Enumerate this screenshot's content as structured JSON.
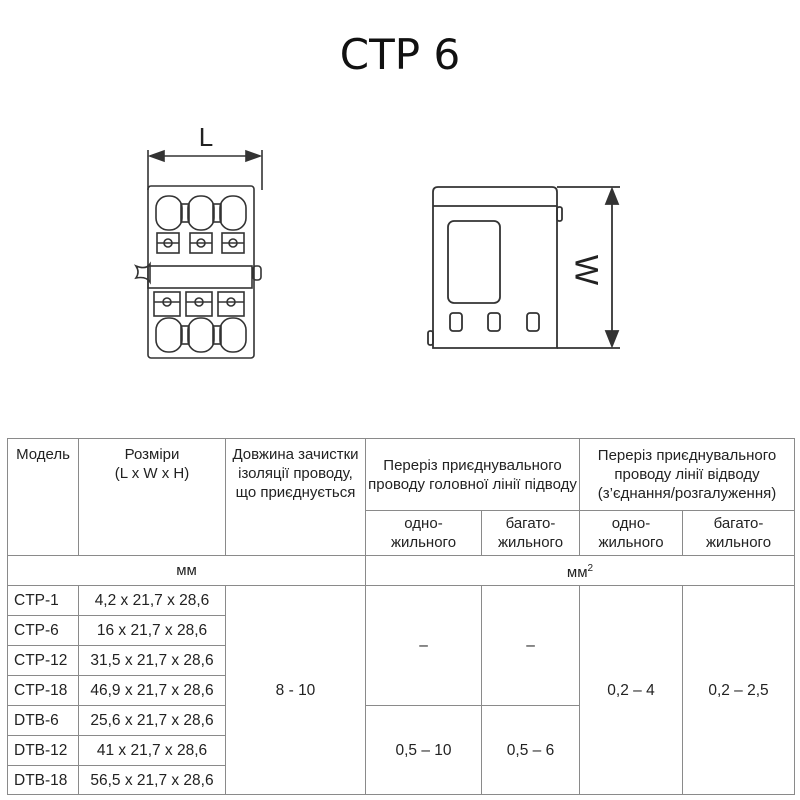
{
  "document": {
    "title": "CTP 6"
  },
  "drawings": {
    "top_view": {
      "dimension_label": "L"
    },
    "side_view": {
      "dimension_label": "W"
    }
  },
  "table": {
    "headers": {
      "model": "Модель",
      "size_line1": "Розміри",
      "size_line2": "(L x W x H)",
      "strip_length": "Довжина зачистки ізоляції проводу, що приєднується",
      "main_line": "Переріз приєднувального проводу головної лінії підводу",
      "branch_line": "Переріз приєднувального проводу лінії відводу (з’єднання/розгалуження)",
      "solid_line1": "одно-",
      "solid_line2": "жильного",
      "stranded_line1": "багато-",
      "stranded_line2": "жильного"
    },
    "units": {
      "mm": "мм",
      "mm2_base": "мм",
      "mm2_sup": "2"
    },
    "rows": [
      {
        "model": "CTP-1",
        "size": "4,2 x 21,7 x 28,6"
      },
      {
        "model": "CTP-6",
        "size": "16 x 21,7 x 28,6"
      },
      {
        "model": "CTP-12",
        "size": "31,5 x 21,7 x 28,6"
      },
      {
        "model": "CTP-18",
        "size": "46,9 x 21,7 x 28,6"
      },
      {
        "model": "DTB-6",
        "size": "25,6 x 21,7 x 28,6"
      },
      {
        "model": "DTB-12",
        "size": "41 x 21,7 x 28,6"
      },
      {
        "model": "DTB-18",
        "size": "56,5 x 21,7 x 28,6"
      }
    ],
    "merged": {
      "strip_length": "8 - 10",
      "main_solid_ctp": "–",
      "main_stranded_ctp": "–",
      "main_solid_dtb": "0,5 – 10",
      "main_stranded_dtb": "0,5 – 6",
      "branch_solid": "0,2 – 4",
      "branch_stranded": "0,2 – 2,5"
    }
  }
}
